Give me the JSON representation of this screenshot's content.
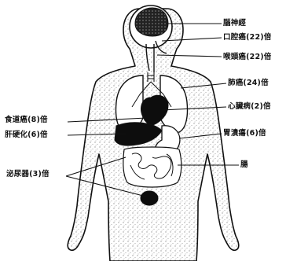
{
  "colors": {
    "ink": "#111111",
    "stipple": "#555555",
    "organ": "#0d0d0d",
    "paper": "#ffffff"
  },
  "labels": {
    "brain_nerve": "腦神經",
    "oral_cancer": "口腔癌(22)倍",
    "throat_cancer": "喉頭癌(22)倍",
    "lung_cancer": "肺癌(24)倍",
    "heart_disease": "心臟病(2)倍",
    "esophagus_cancer": "食道癌(8)倍",
    "cirrhosis": "肝硬化(6)倍",
    "stomach_ulcer": "胃潰瘍(6)倍",
    "intestine": "腸",
    "bladder_cancer": "泌尿器(3)倍"
  }
}
